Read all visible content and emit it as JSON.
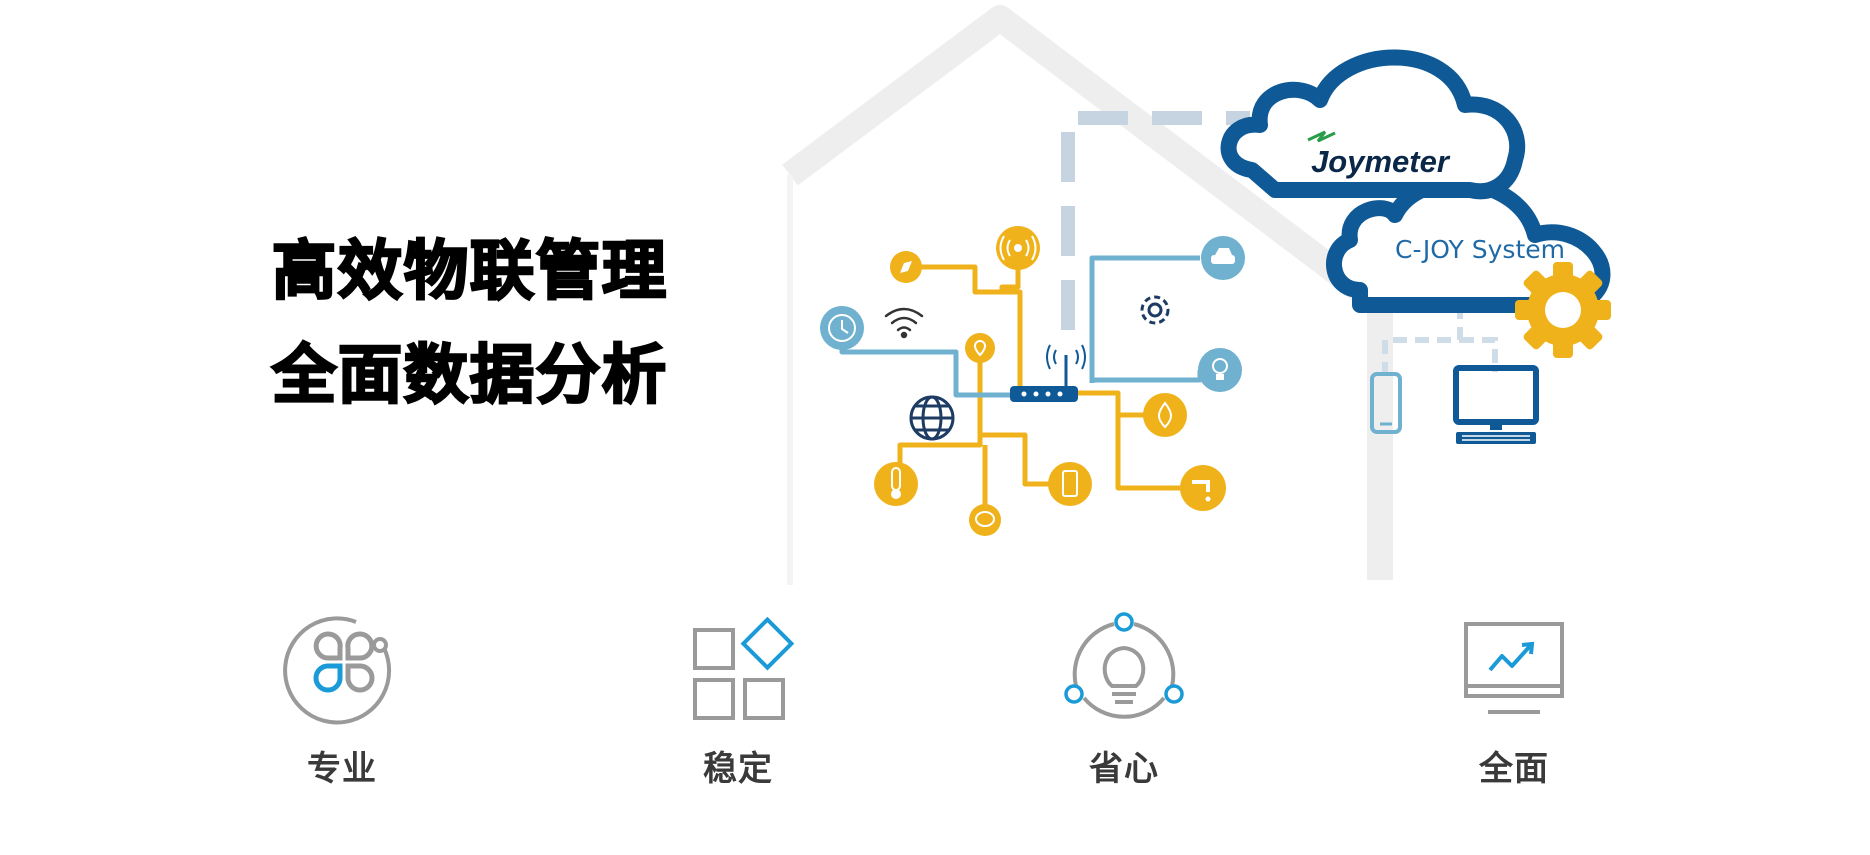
{
  "headline": {
    "line1": "高效物联管理",
    "line2": "全面数据分析"
  },
  "cloud": {
    "brand": "Joymeter",
    "system": "C-JOY System"
  },
  "features": [
    {
      "label": "专业",
      "icon": "clover-circle-icon"
    },
    {
      "label": "稳定",
      "icon": "grid-blocks-icon"
    },
    {
      "label": "省心",
      "icon": "lightbulb-orbit-icon"
    },
    {
      "label": "全面",
      "icon": "monitor-trend-icon"
    }
  ],
  "colors": {
    "accent_blue": "#1a9bd7",
    "cloud_navy": "#0f5a96",
    "node_yellow": "#f0b21b",
    "node_lightblue": "#6fb1cf",
    "icon_gray": "#9a9a9a",
    "house_gray": "#eeeeee"
  }
}
